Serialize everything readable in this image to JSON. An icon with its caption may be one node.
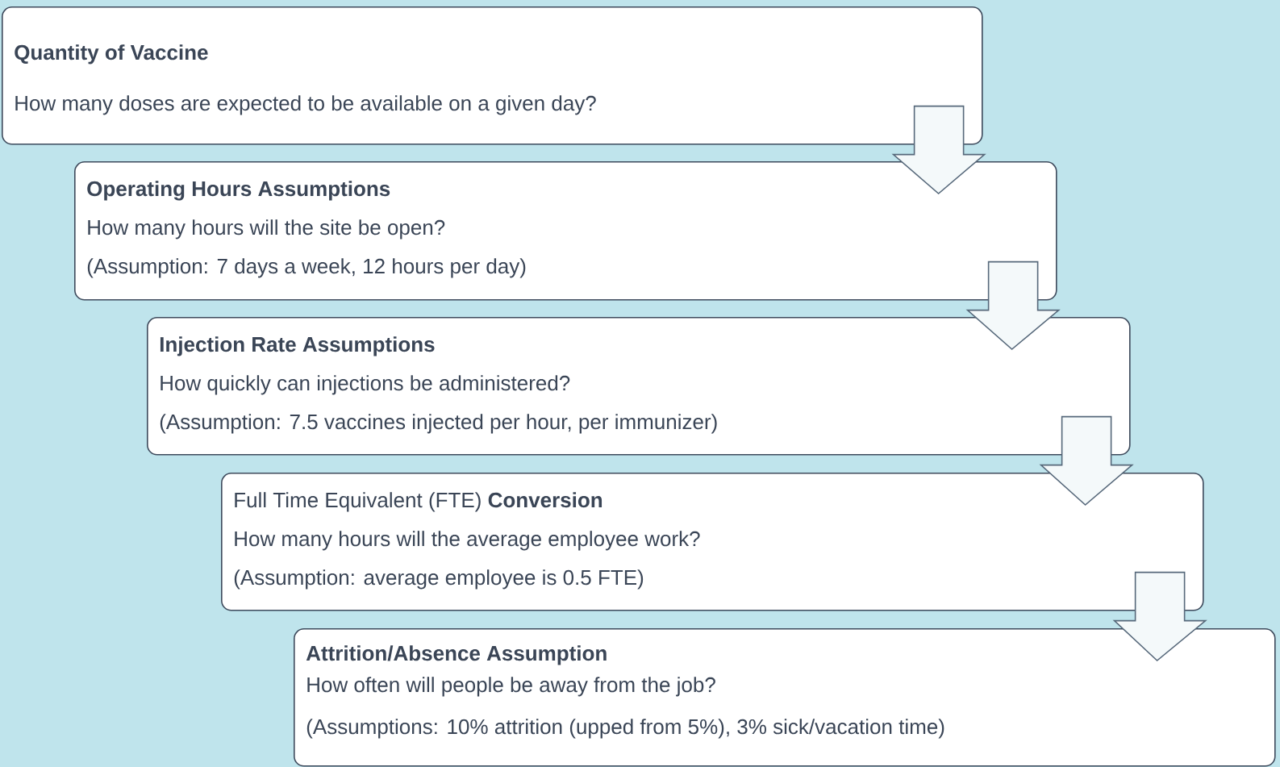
{
  "diagram": {
    "nodes": [
      {
        "text": [
          "Quantity of Vaccine",
          "How many doses are expected to be available on a given day?"
        ]
      },
      {
        "text": [
          "Operating Hours Assumptions",
          "How many hours will the site be open?",
          "(Assumption: 7 days a week, 12 hours per day)"
        ]
      },
      {
        "text": [
          "Injection Rate Assumptions",
          "How quickly can injections be administered?",
          "(Assumption: 7.5 vaccines injected per hour, per immunizer)"
        ]
      },
      {
        "text": [
          "Full Time Equivalent (FTE) **Conversion**",
          "How many hours will the average employee work?",
          "(Assumption: average employee is 0.5 FTE)"
        ]
      },
      {
        "text": [
          "Attrition/Absence Assumption",
          "How often will people be away from the job?",
          "(Assumptions: 10% attrition (upped from 5%), 3% sick/vacation time)"
        ]
      }
    ],
    "edges": [
      {
        "from": 0,
        "to": 1,
        "arrow": "to"
      },
      {
        "from": 1,
        "to": 2,
        "arrow": "to"
      },
      {
        "from": 2,
        "to": 3,
        "arrow": "to"
      },
      {
        "from": 3,
        "to": 4,
        "arrow": "to"
      }
    ]
  }
}
